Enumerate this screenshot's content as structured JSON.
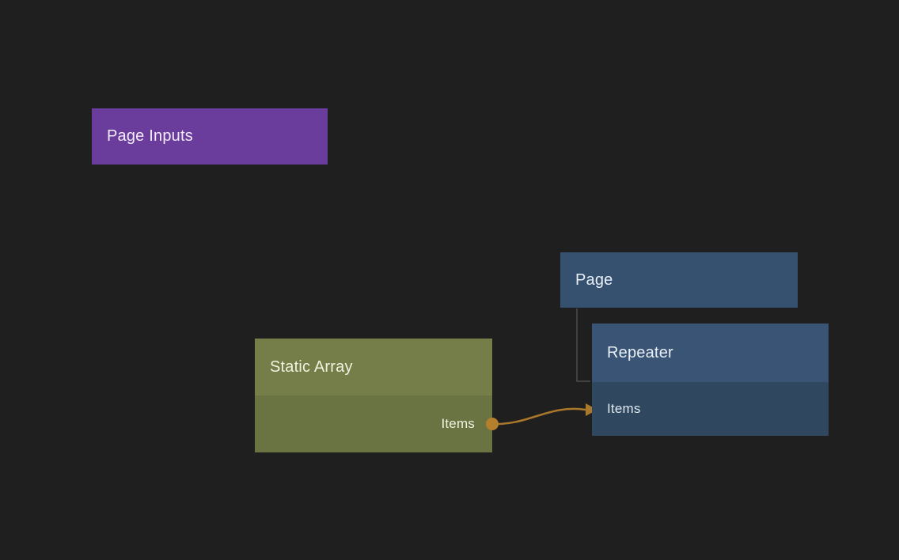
{
  "canvas": {
    "background_color": "#1f1f1f"
  },
  "nodes": {
    "page_inputs": {
      "title": "Page Inputs",
      "color": "#6a3c9b"
    },
    "page": {
      "title": "Page",
      "color": "#36506f"
    },
    "repeater": {
      "title": "Repeater",
      "header_color": "#3a5475",
      "port_row_color": "#2f475f",
      "port_label": "Items"
    },
    "static_array": {
      "title": "Static Array",
      "header_color": "#757e49",
      "port_row_color": "#6a7342",
      "port_label": "Items"
    }
  },
  "connection": {
    "from_node": "Static Array",
    "from_port": "Items",
    "to_node": "Repeater",
    "to_port": "Items",
    "color": "#b5802d"
  },
  "hierarchy_line": {
    "color": "#4d4d4d"
  }
}
